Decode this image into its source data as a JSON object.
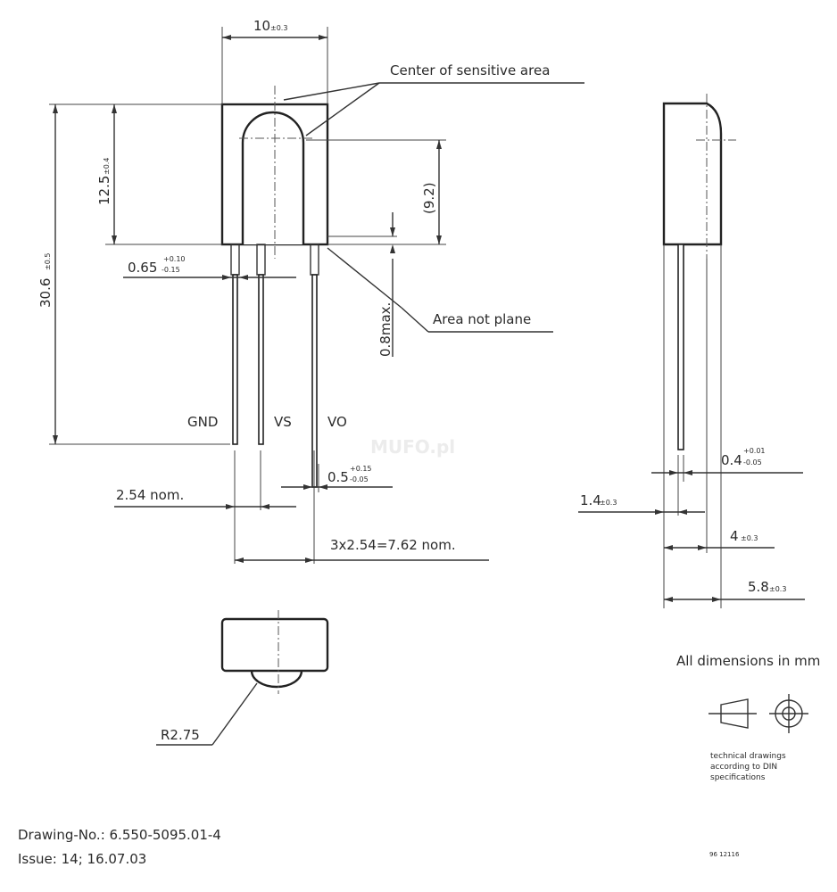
{
  "labels": {
    "width_main": "10",
    "width_tol": "±0.3",
    "center_sensitive": "Center of sensitive area",
    "height_body": "12.5",
    "height_body_tol": "±0.4",
    "total_height": "30.6",
    "total_height_tol": "±0.5",
    "dim_92": "(9.2)",
    "pin_width_base": "0.65",
    "pin_width_plus": "+0.10",
    "pin_width_minus": "-0.15",
    "max_08": "0.8max.",
    "area_not_plane": "Area not plane",
    "pin_gnd": "GND",
    "pin_vs": "VS",
    "pin_vo": "VO",
    "lead_base": "0.5",
    "lead_plus": "+0.15",
    "lead_minus": "-0.05",
    "pitch": "2.54 nom.",
    "span": "3x2.54=7.62 nom.",
    "side_lead_base": "0.4",
    "side_lead_plus": "+0.01",
    "side_lead_minus": "-0.05",
    "side_14": "1.4",
    "side_14_tol": "±0.3",
    "side_4": "4",
    "side_4_tol": "±0.3",
    "side_58": "5.8",
    "side_58_tol": "±0.3",
    "radius": "R2.75",
    "all_dims": "All dimensions in mm",
    "tech_1": "technical drawings",
    "tech_2": "according to DIN",
    "tech_3": "specifications",
    "drawing_no": "Drawing-No.: 6.550-5095.01-4",
    "issue": "Issue: 14;  16.07.03",
    "code": "96 12116",
    "watermark": "MUFO.pl"
  },
  "icons": [
    "projection-cone-icon",
    "projection-circle-icon"
  ]
}
